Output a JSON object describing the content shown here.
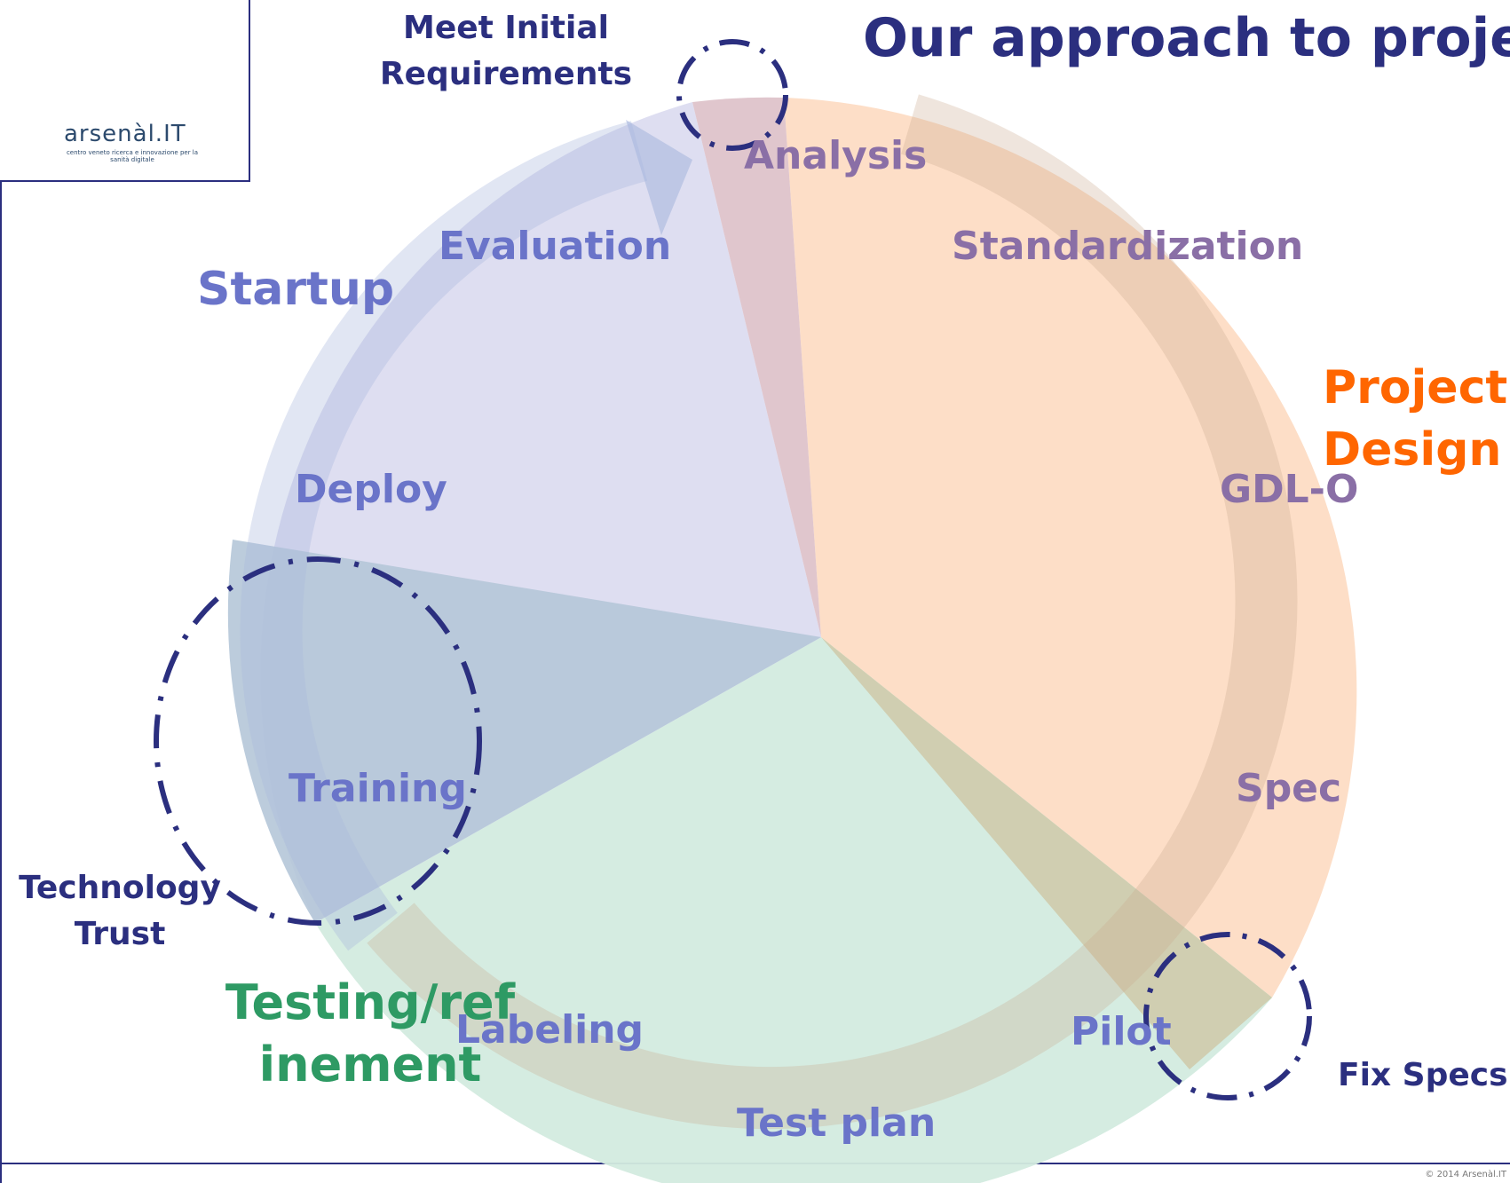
{
  "title": "Our approach to proje",
  "logo": {
    "name": "arsenàl.IT",
    "tagline": "centro veneto ricerca e innovazione per la sanità digitale"
  },
  "phases": {
    "startup": "Startup",
    "project_design": "Project Design",
    "testing": "Testing/refinement"
  },
  "steps": {
    "analysis": "Analysis",
    "standardization": "Standardization",
    "gdlo": "GDL-O",
    "spec": "Spec",
    "pilot": "Pilot",
    "test_plan": "Test plan",
    "labeling": "Labeling",
    "training": "Training",
    "deploy": "Deploy",
    "evaluation": "Evaluation"
  },
  "callouts": {
    "meet_initial": "Meet Initial Requirements",
    "technology_trust": "Technology Trust",
    "fix_specs": "Fix Specs"
  },
  "footer": "© 2014 Arsenàl.IT",
  "colors": {
    "startup": "#dcdcf0",
    "project_design": "#fddcc4",
    "testing": "#d3ebdf",
    "dashed": "#2b2f7f",
    "title": "#2b2f7f",
    "phase_pd": "#ff6600",
    "phase_test": "#2e9a64"
  }
}
